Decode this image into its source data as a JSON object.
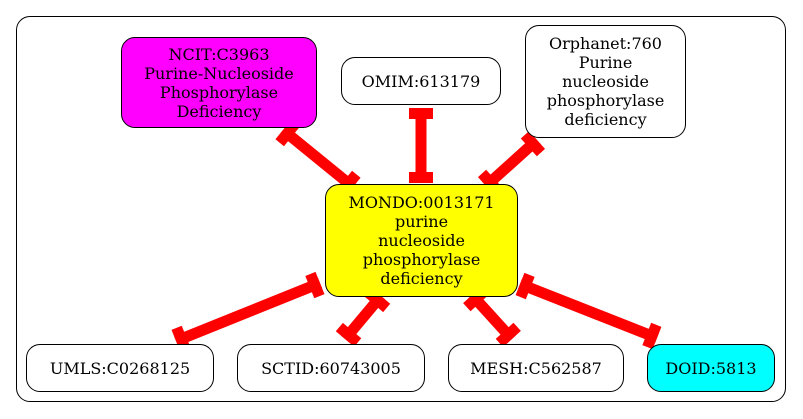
{
  "center": {
    "label": "MONDO:0013171\npurine\nnucleoside\nphosphorylase\ndeficiency",
    "color": "#ffff00"
  },
  "nodes": [
    {
      "id": "ncit",
      "label": "NCIT:C3963\nPurine-Nucleoside\nPhosphorylase\nDeficiency",
      "color": "#ff00ff"
    },
    {
      "id": "omim",
      "label": "OMIM:613179",
      "color": "#ffffff"
    },
    {
      "id": "orphanet",
      "label": "Orphanet:760\nPurine\nnucleoside\nphosphorylase\ndeficiency",
      "color": "#ffffff"
    },
    {
      "id": "umls",
      "label": "UMLS:C0268125",
      "color": "#ffffff"
    },
    {
      "id": "sctid",
      "label": "SCTID:60743005",
      "color": "#ffffff"
    },
    {
      "id": "mesh",
      "label": "MESH:C562587",
      "color": "#ffffff"
    },
    {
      "id": "doid",
      "label": "DOID:5813",
      "color": "#00ffff"
    }
  ],
  "edge_color": "#ff0000"
}
